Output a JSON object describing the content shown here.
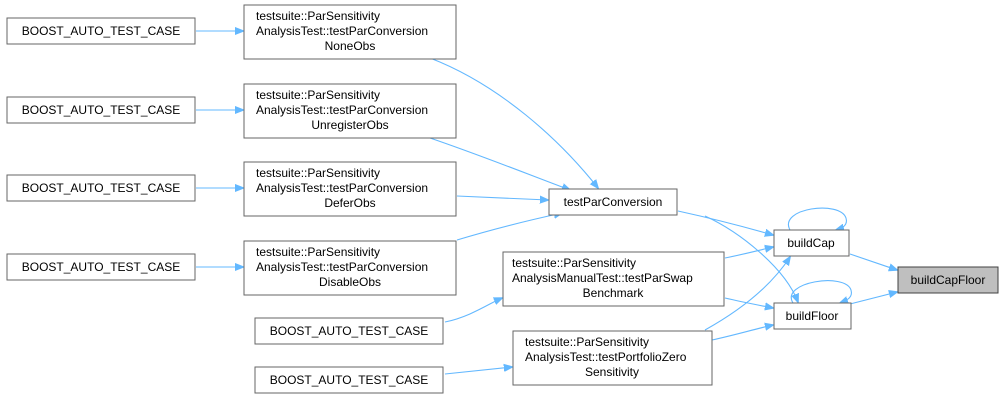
{
  "graph": {
    "nodes": {
      "b1": {
        "lines": [
          "BOOST_AUTO_TEST_CASE"
        ]
      },
      "b2": {
        "lines": [
          "BOOST_AUTO_TEST_CASE"
        ]
      },
      "b3": {
        "lines": [
          "BOOST_AUTO_TEST_CASE"
        ]
      },
      "b4": {
        "lines": [
          "BOOST_AUTO_TEST_CASE"
        ]
      },
      "b5": {
        "lines": [
          "BOOST_AUTO_TEST_CASE"
        ]
      },
      "b6": {
        "lines": [
          "BOOST_AUTO_TEST_CASE"
        ]
      },
      "t1": {
        "lines": [
          "testsuite::ParSensitivity",
          "AnalysisTest::testParConversion",
          "NoneObs"
        ]
      },
      "t2": {
        "lines": [
          "testsuite::ParSensitivity",
          "AnalysisTest::testParConversion",
          "UnregisterObs"
        ]
      },
      "t3": {
        "lines": [
          "testsuite::ParSensitivity",
          "AnalysisTest::testParConversion",
          "DeferObs"
        ]
      },
      "t4": {
        "lines": [
          "testsuite::ParSensitivity",
          "AnalysisTest::testParConversion",
          "DisableObs"
        ]
      },
      "tpc": {
        "lines": [
          "testParConversion"
        ]
      },
      "m1": {
        "lines": [
          "testsuite::ParSensitivity",
          "AnalysisManualTest::testParSwap",
          "Benchmark"
        ]
      },
      "m2": {
        "lines": [
          "testsuite::ParSensitivity",
          "AnalysisTest::testPortfolioZero",
          "Sensitivity"
        ]
      },
      "bc": {
        "lines": [
          "buildCap"
        ]
      },
      "bf": {
        "lines": [
          "buildFloor"
        ]
      },
      "bcf": {
        "lines": [
          "buildCapFloor"
        ]
      }
    }
  }
}
